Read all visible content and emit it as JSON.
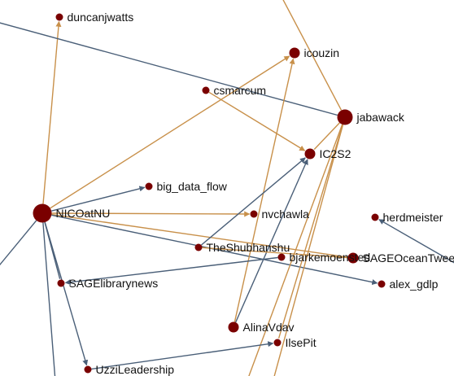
{
  "colors": {
    "node": "#7a0000",
    "edge_gold": "#c8904a",
    "edge_slate": "#4a5f78"
  },
  "nodes": [
    {
      "id": "duncanjwatts",
      "label": "duncanjwatts",
      "size": "small"
    },
    {
      "id": "icouzin",
      "label": "icouzin",
      "size": "medium"
    },
    {
      "id": "csmarcum",
      "label": "csmarcum",
      "size": "small"
    },
    {
      "id": "jabawack",
      "label": "jabawack",
      "size": "large"
    },
    {
      "id": "IC2S2",
      "label": "IC2S2",
      "size": "medium"
    },
    {
      "id": "big_data_flow",
      "label": "big_data_flow",
      "size": "small"
    },
    {
      "id": "NICOatNU",
      "label": "NICOatNU",
      "size": "xlarge"
    },
    {
      "id": "nvchawla",
      "label": "nvchawla",
      "size": "small"
    },
    {
      "id": "herdmeister",
      "label": "herdmeister",
      "size": "small"
    },
    {
      "id": "TheShubhanshu",
      "label": "TheShubhanshu",
      "size": "small"
    },
    {
      "id": "bjarkemoensted",
      "label": "bjarkemoensted",
      "size": "small"
    },
    {
      "id": "SAGEOceanTweets",
      "label": "SAGEOceanTweets",
      "size": "medium"
    },
    {
      "id": "SAGElibrarynews",
      "label": "SAGElibrarynews",
      "size": "small"
    },
    {
      "id": "alex_gdlp",
      "label": "alex_gdlp",
      "size": "small"
    },
    {
      "id": "AlinaVdav",
      "label": "AlinaVdav",
      "size": "medium"
    },
    {
      "id": "IlsePit",
      "label": "IlsePit",
      "size": "small"
    },
    {
      "id": "UzziLeadership",
      "label": "UzziLeadership",
      "size": "small"
    }
  ],
  "edges": [
    {
      "from": "NICOatNU",
      "to": "duncanjwatts",
      "color": "gold",
      "arrow": true
    },
    {
      "from": "NICOatNU",
      "to": "icouzin",
      "color": "gold",
      "arrow": true
    },
    {
      "from": "NICOatNU",
      "to": "nvchawla",
      "color": "gold",
      "arrow": true
    },
    {
      "from": "NICOatNU",
      "to": "SAGEOceanTweets",
      "color": "gold",
      "arrow": false
    },
    {
      "from": "NICOatNU",
      "to": "big_data_flow",
      "color": "slate",
      "arrow": true
    },
    {
      "from": "NICOatNU",
      "to": "alex_gdlp",
      "color": "slate",
      "arrow": true
    },
    {
      "from": "NICOatNU",
      "to": "UzziLeadership",
      "color": "slate",
      "arrow": true
    },
    {
      "from": "NICOatNU",
      "to": "SAGElibrarynews",
      "color": "slate",
      "arrow": false
    },
    {
      "from": "NICOatNU",
      "to": "offscreen-left-bottom",
      "color": "slate",
      "arrow": false
    },
    {
      "from": "NICOatNU",
      "to": "offscreen-left",
      "color": "slate",
      "arrow": false
    },
    {
      "from": "csmarcum",
      "to": "IC2S2",
      "color": "gold",
      "arrow": true
    },
    {
      "from": "jabawack",
      "to": "offscreen-top",
      "color": "gold",
      "arrow": false
    },
    {
      "from": "jabawack",
      "to": "offscreen-left-top",
      "color": "slate",
      "arrow": false
    },
    {
      "from": "jabawack",
      "to": "IC2S2",
      "color": "gold",
      "arrow": false
    },
    {
      "from": "jabawack",
      "to": "IlsePit",
      "color": "gold",
      "arrow": false
    },
    {
      "from": "jabawack",
      "to": "offscreen-bottom-a",
      "color": "gold",
      "arrow": false
    },
    {
      "from": "jabawack",
      "to": "offscreen-bottom-b",
      "color": "gold",
      "arrow": false
    },
    {
      "from": "AlinaVdav",
      "to": "icouzin",
      "color": "gold",
      "arrow": true
    },
    {
      "from": "AlinaVdav",
      "to": "IC2S2",
      "color": "slate",
      "arrow": true
    },
    {
      "from": "TheShubhanshu",
      "to": "IC2S2",
      "color": "slate",
      "arrow": true
    },
    {
      "from": "TheShubhanshu",
      "to": "SAGEOceanTweets",
      "color": "gold",
      "arrow": false
    },
    {
      "from": "bjarkemoensted",
      "to": "SAGElibrarynews",
      "color": "slate",
      "arrow": true
    },
    {
      "from": "UzziLeadership",
      "to": "IlsePit",
      "color": "slate",
      "arrow": true
    },
    {
      "from": "offscreen-right",
      "to": "herdmeister",
      "color": "slate",
      "arrow": true
    }
  ]
}
